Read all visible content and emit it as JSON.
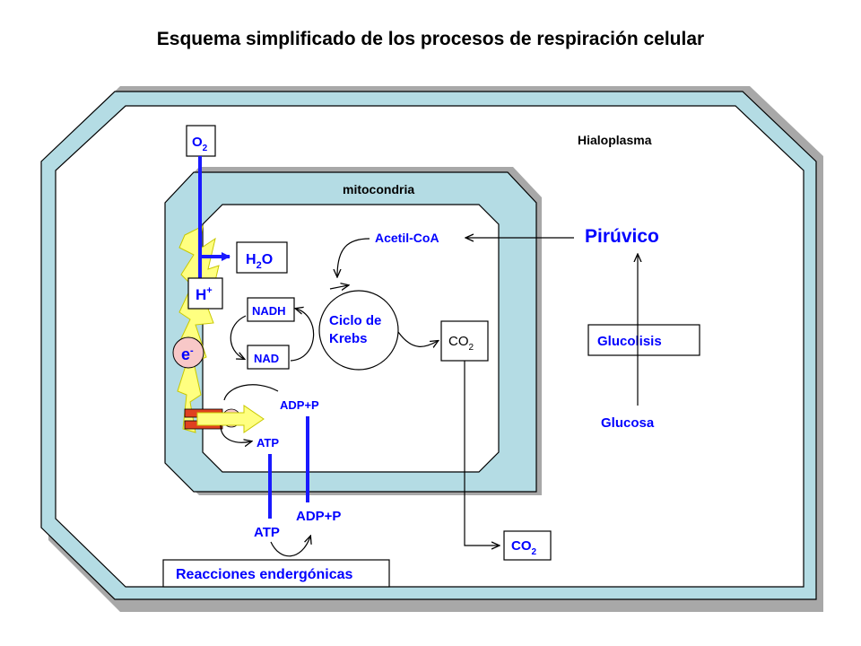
{
  "title": "Esquema simplificado de los procesos de respiración celular",
  "labels": {
    "hialoplasma": "Hialoplasma",
    "mitocondria": "mitocondria",
    "piruvico": "Pirúvico",
    "acetil_coa": "Acetil-CoA",
    "ciclo_krebs_line1": "Ciclo de",
    "ciclo_krebs_line2": "Krebs",
    "nadh": "NADH",
    "nad": "NAD",
    "co2_inner": "CO",
    "co2_inner_sub": "2",
    "co2_outer": "CO",
    "co2_outer_sub": "2",
    "glucolisis": "Glucolisis",
    "glucosa": "Glucosa",
    "o2": "O",
    "o2_sub": "2",
    "h2o_h": "H",
    "h2o_sub": "2",
    "h2o_o": "O",
    "h_plus": "H",
    "h_plus_sup": "+",
    "e_minus": "e",
    "e_minus_sup": "-",
    "adp_p_inner": "ADP+P",
    "atp_inner": "ATP",
    "atp_outer": "ATP",
    "adp_p_outer": "ADP+P",
    "reacciones": "Reacciones endergónicas"
  },
  "colors": {
    "cell_fill": "#b4dce4",
    "shadow": "#a8a8a8",
    "outline": "#000000",
    "text_blue": "#0000ff",
    "text_black": "#000000",
    "blue_line": "#1a1aff",
    "lightning": "#ffff80",
    "lightning_stroke": "#c8c800",
    "electron_fill": "#f8c8c8",
    "atp_synthase": "#e04020"
  }
}
